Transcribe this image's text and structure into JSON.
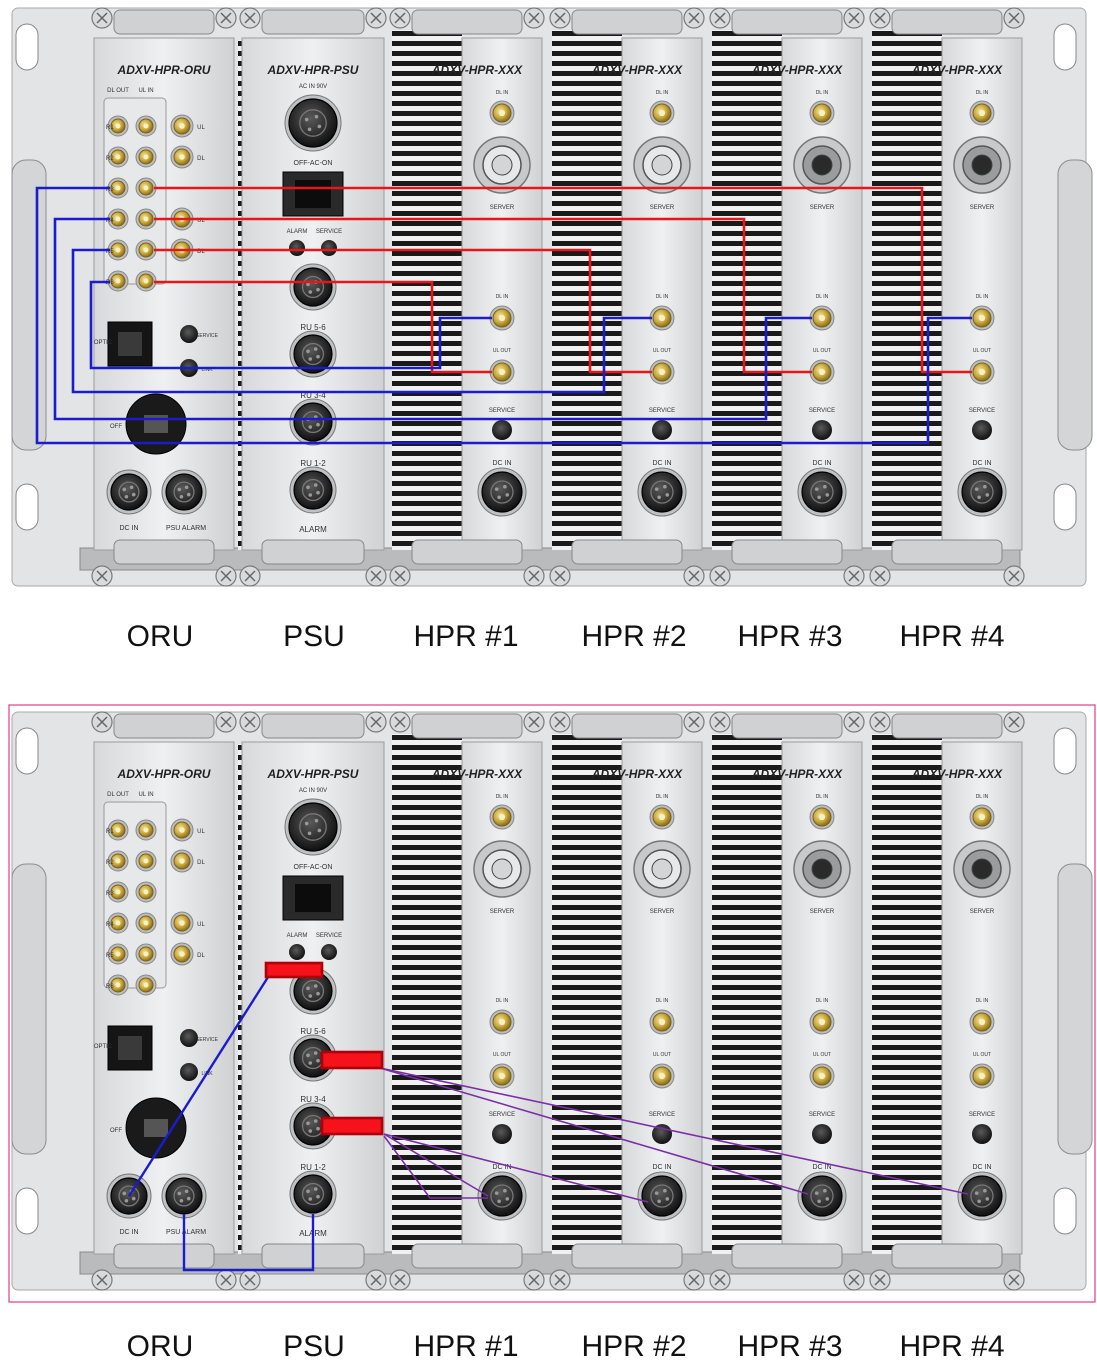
{
  "diagrams": [
    {
      "variant": "rf",
      "captions": [
        "ORU",
        "PSU",
        "HPR #1",
        "HPR #2",
        "HPR #3",
        "HPR #4"
      ],
      "module_headers": [
        "ADXV-HPR-ORU",
        "ADXV-HPR-PSU",
        "ADXV-HPR-XXX",
        "ADXV-HPR-XXX",
        "ADXV-HPR-XXX",
        "ADXV-HPR-XXX"
      ]
    },
    {
      "variant": "power",
      "captions": [
        "ORU",
        "PSU",
        "HPR #1",
        "HPR #2",
        "HPR #3",
        "HPR #4"
      ],
      "module_headers": [
        "ADXV-HPR-ORU",
        "ADXV-HPR-PSU",
        "ADXV-HPR-XXX",
        "ADXV-HPR-XXX",
        "ADXV-HPR-XXX",
        "ADXV-HPR-XXX"
      ]
    }
  ],
  "labels": {
    "dl_out": "DL OUT",
    "ul_in": "UL IN",
    "oru_ports": [
      "R1",
      "R2",
      "R3",
      "R4",
      "R5",
      "R6"
    ],
    "oru_right": [
      "UL",
      "DL",
      "",
      "UL",
      "DL",
      ""
    ],
    "optic": "OPTIC",
    "oru_service": "SERVICE",
    "oru_link": "LINK",
    "oru_off": "OFF",
    "dc_in": "DC IN",
    "psu_alarm": "PSU  ALARM",
    "ac_in": "AC IN 90V",
    "off_on": "OFF-AC-ON",
    "alarm": "ALARM",
    "service": "SERVICE",
    "ru56": "RU 5-6",
    "ru34": "RU 3-4",
    "ru12": "RU 1-2",
    "dl_port": "DL  IN",
    "ul_port": "UL  OUT",
    "server": "SERVER",
    "top_port": "DL  IN"
  },
  "colors": {
    "rf_dl": "#e8151b",
    "rf_ul": "#1c1ccc",
    "power": "#7a2fa8",
    "power_link": "#1c1ccc",
    "frame_border": "#e23b8a"
  }
}
